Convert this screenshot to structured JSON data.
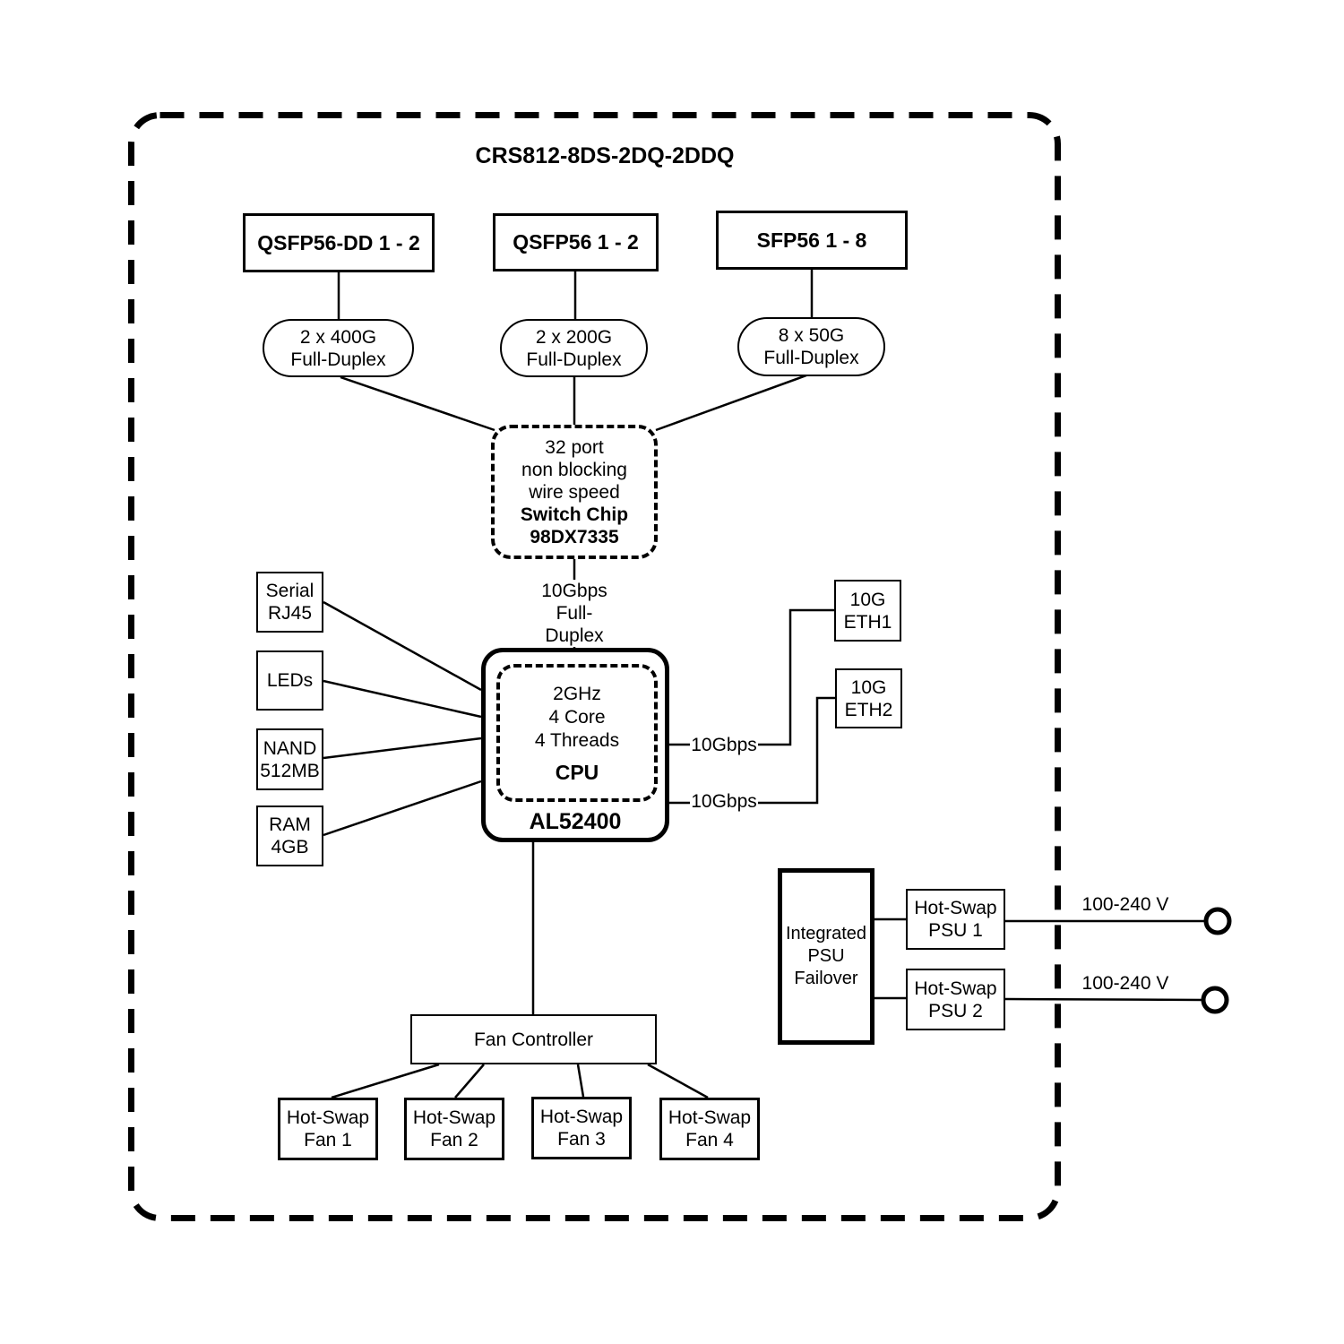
{
  "diagram": {
    "title": "CRS812-8DS-2DQ-2DDQ",
    "port_groups": [
      {
        "label": "QSFP56-DD 1 - 2",
        "cap1": "2 x 400G",
        "cap2": "Full-Duplex"
      },
      {
        "label": "QSFP56 1 - 2",
        "cap1": "2 x 200G",
        "cap2": "Full-Duplex"
      },
      {
        "label": "SFP56 1 - 8",
        "cap1": "8 x 50G",
        "cap2": "Full-Duplex"
      }
    ],
    "switch_chip": {
      "line1": "32 port",
      "line2": "non blocking",
      "line3": "wire speed",
      "name": "Switch Chip",
      "model": "98DX7335"
    },
    "uplink": {
      "speed": "10Gbps",
      "duplex": "Full-Duplex"
    },
    "cpu": {
      "clock": "2GHz",
      "cores": "4 Core",
      "threads": "4 Threads",
      "label": "CPU",
      "model": "AL52400"
    },
    "peripherals": [
      {
        "line1": "Serial",
        "line2": "RJ45"
      },
      {
        "line1": "LEDs"
      },
      {
        "line1": "NAND",
        "line2": "512MB"
      },
      {
        "line1": "RAM",
        "line2": "4GB"
      }
    ],
    "eth_ports": [
      {
        "line1": "10G",
        "line2": "ETH1",
        "link": "10Gbps"
      },
      {
        "line1": "10G",
        "line2": "ETH2",
        "link": "10Gbps"
      }
    ],
    "psu": {
      "failover": {
        "line1": "Integrated",
        "line2": "PSU",
        "line3": "Failover"
      },
      "units": [
        {
          "line1": "Hot-Swap",
          "line2": "PSU 1",
          "input": "100-240 V"
        },
        {
          "line1": "Hot-Swap",
          "line2": "PSU 2",
          "input": "100-240 V"
        }
      ]
    },
    "fans": {
      "controller": "Fan Controller",
      "units": [
        {
          "line1": "Hot-Swap",
          "line2": "Fan 1"
        },
        {
          "line1": "Hot-Swap",
          "line2": "Fan 2"
        },
        {
          "line1": "Hot-Swap",
          "line2": "Fan 3"
        },
        {
          "line1": "Hot-Swap",
          "line2": "Fan 4"
        }
      ]
    }
  }
}
